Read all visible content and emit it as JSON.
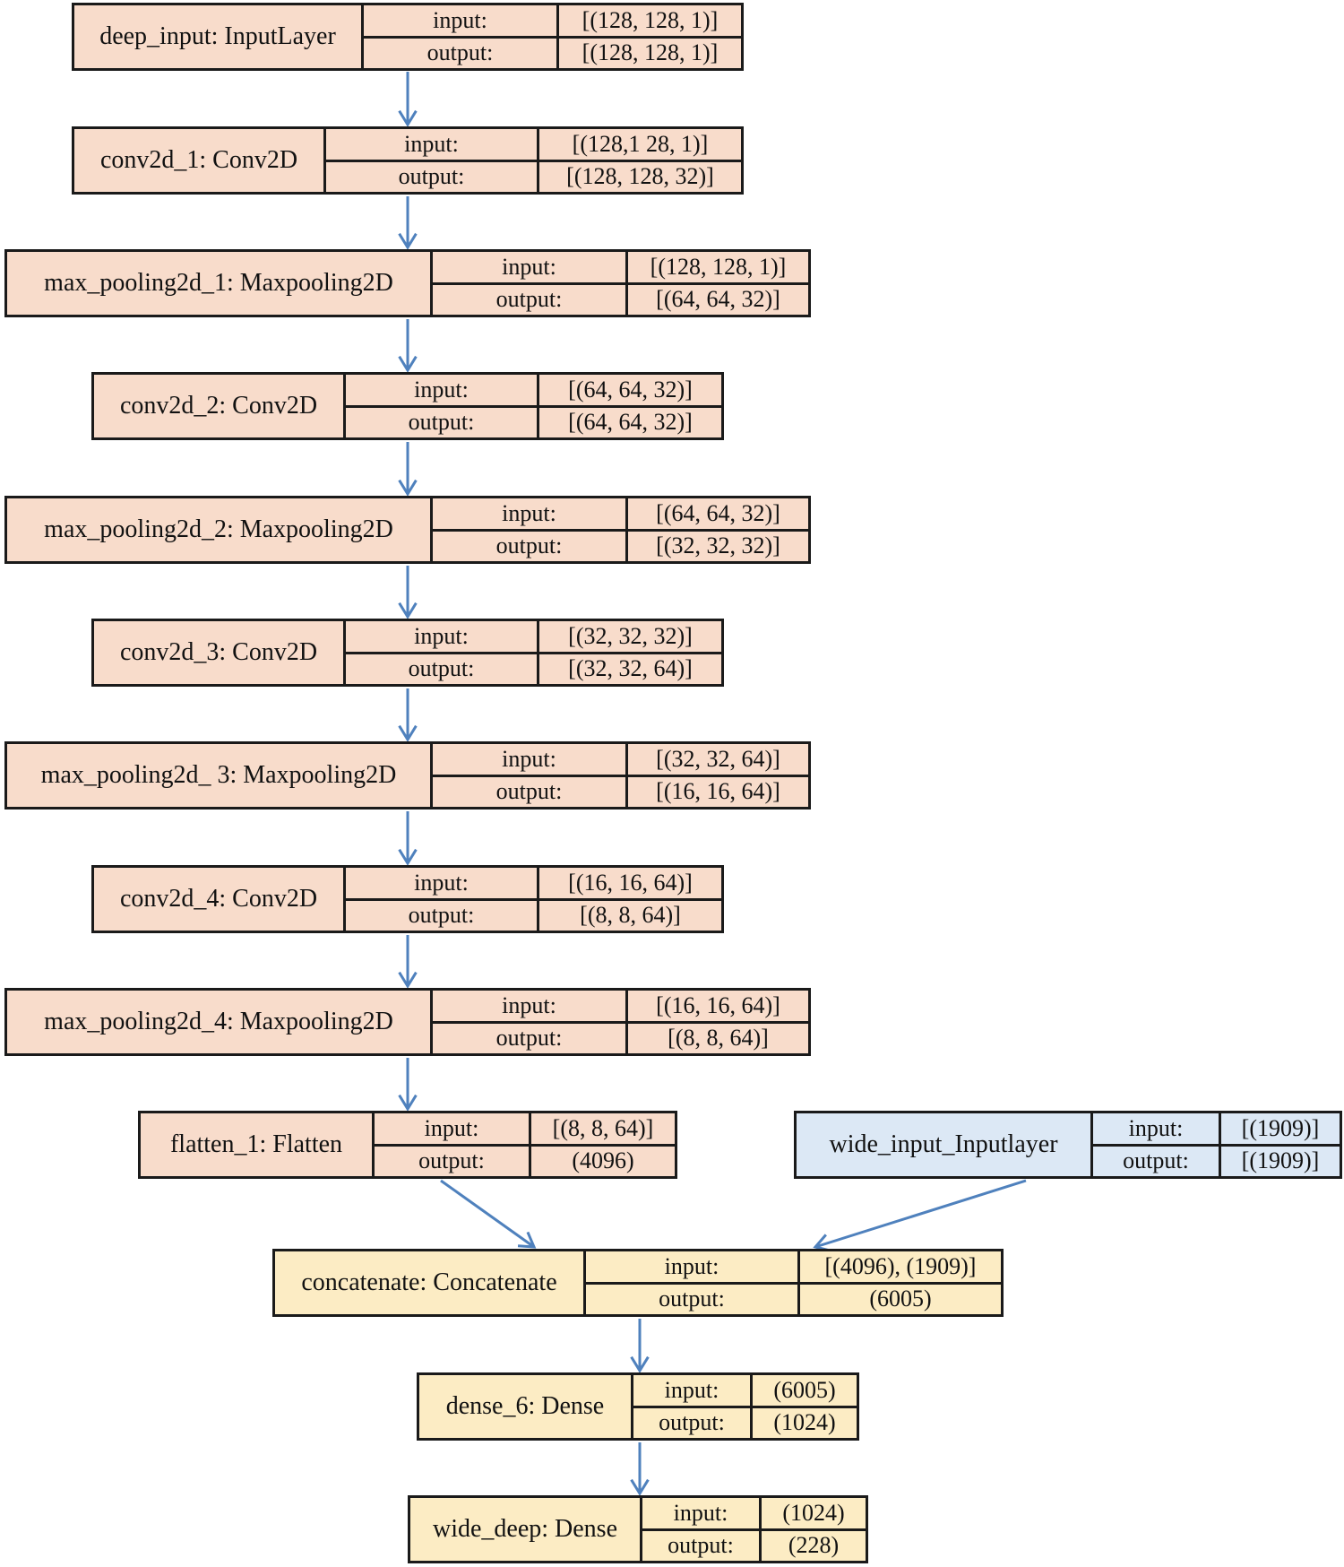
{
  "colors": {
    "deep_fill": "#f8dccb",
    "wide_fill": "#dce8f5",
    "merge_fill": "#fcecc4",
    "arrow": "#4f81bd",
    "border": "#1a1a1a"
  },
  "labels": {
    "input": "input:",
    "output": "output:"
  },
  "layers": [
    {
      "id": "deep_input",
      "name": "deep_input: InputLayer",
      "input": "[(128, 128, 1)]",
      "output": "[(128, 128, 1)]"
    },
    {
      "id": "conv2d_1",
      "name": "conv2d_1: Conv2D",
      "input": "[(128,1 28, 1)]",
      "output": "[(128, 128, 32)]"
    },
    {
      "id": "max_pooling2d_1",
      "name": "max_pooling2d_1: Maxpooling2D",
      "input": "[(128, 128, 1)]",
      "output": "[(64, 64, 32)]"
    },
    {
      "id": "conv2d_2",
      "name": "conv2d_2: Conv2D",
      "input": "[(64, 64, 32)]",
      "output": "[(64, 64, 32)]"
    },
    {
      "id": "max_pooling2d_2",
      "name": "max_pooling2d_2: Maxpooling2D",
      "input": "[(64, 64, 32)]",
      "output": "[(32, 32, 32)]"
    },
    {
      "id": "conv2d_3",
      "name": "conv2d_3: Conv2D",
      "input": "[(32, 32, 32)]",
      "output": "[(32, 32, 64)]"
    },
    {
      "id": "max_pooling2d_3",
      "name": "max_pooling2d_ 3: Maxpooling2D",
      "input": "[(32, 32, 64)]",
      "output": "[(16, 16, 64)]"
    },
    {
      "id": "conv2d_4",
      "name": "conv2d_4: Conv2D",
      "input": "[(16, 16, 64)]",
      "output": "[(8, 8, 64)]"
    },
    {
      "id": "max_pooling2d_4",
      "name": "max_pooling2d_4: Maxpooling2D",
      "input": "[(16, 16, 64)]",
      "output": "[(8, 8, 64)]"
    },
    {
      "id": "flatten_1",
      "name": "flatten_1: Flatten",
      "input": "[(8, 8, 64)]",
      "output": "(4096)"
    },
    {
      "id": "wide_input",
      "name": "wide_input_Inputlayer",
      "input": "[(1909)]",
      "output": "[(1909)]"
    },
    {
      "id": "concatenate",
      "name": "concatenate: Concatenate",
      "input": "[(4096), (1909)]",
      "output": "(6005)"
    },
    {
      "id": "dense_6",
      "name": "dense_6: Dense",
      "input": "(6005)",
      "output": "(1024)"
    },
    {
      "id": "wide_deep",
      "name": "wide_deep: Dense",
      "input": "(1024)",
      "output": "(228)"
    }
  ],
  "edges": [
    [
      "deep_input",
      "conv2d_1"
    ],
    [
      "conv2d_1",
      "max_pooling2d_1"
    ],
    [
      "max_pooling2d_1",
      "conv2d_2"
    ],
    [
      "conv2d_2",
      "max_pooling2d_2"
    ],
    [
      "max_pooling2d_2",
      "conv2d_3"
    ],
    [
      "conv2d_3",
      "max_pooling2d_3"
    ],
    [
      "max_pooling2d_3",
      "conv2d_4"
    ],
    [
      "conv2d_4",
      "max_pooling2d_4"
    ],
    [
      "max_pooling2d_4",
      "flatten_1"
    ],
    [
      "flatten_1",
      "concatenate"
    ],
    [
      "wide_input",
      "concatenate"
    ],
    [
      "concatenate",
      "dense_6"
    ],
    [
      "dense_6",
      "wide_deep"
    ]
  ]
}
